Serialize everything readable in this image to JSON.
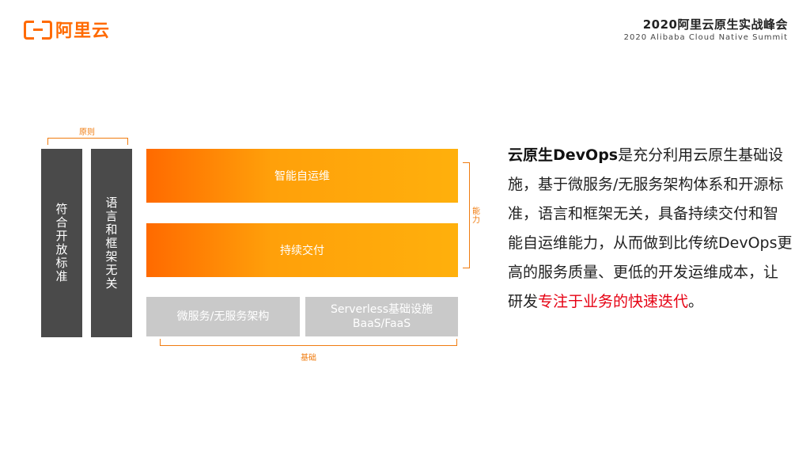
{
  "header": {
    "logo_text": "阿里云",
    "summit_title": "2020阿里云原生实战峰会",
    "summit_subtitle": "2020 Alibaba Cloud Native Summit"
  },
  "diagram": {
    "principles_label": "原则",
    "principles": [
      "符合开放标准",
      "语言和框架无关"
    ],
    "capabilities_label": "能力",
    "capabilities": [
      "智能自运维",
      "持续交付"
    ],
    "foundation_label": "基础",
    "foundation": [
      {
        "line1": "微服务/无服务架构",
        "line2": ""
      },
      {
        "line1": "Serverless基础设施",
        "line2": "BaaS/FaaS"
      }
    ]
  },
  "description": {
    "bold_lead": "云原生DevOps",
    "body": "是充分利用云原生基础设施，基于微服务/无服务架构体系和开源标准，语言和框架无关，具备持续交付和智能自运维能力，从而做到比传统DevOps更高的服务质量、更低的开发运维成本，让研发",
    "highlight": "专注于业务的快速迭代",
    "end": "。"
  },
  "colors": {
    "brand": "#ff6a00",
    "highlight": "#e60012",
    "principle_block": "#4a4a4a",
    "foundation_block": "#c9c9c9"
  }
}
